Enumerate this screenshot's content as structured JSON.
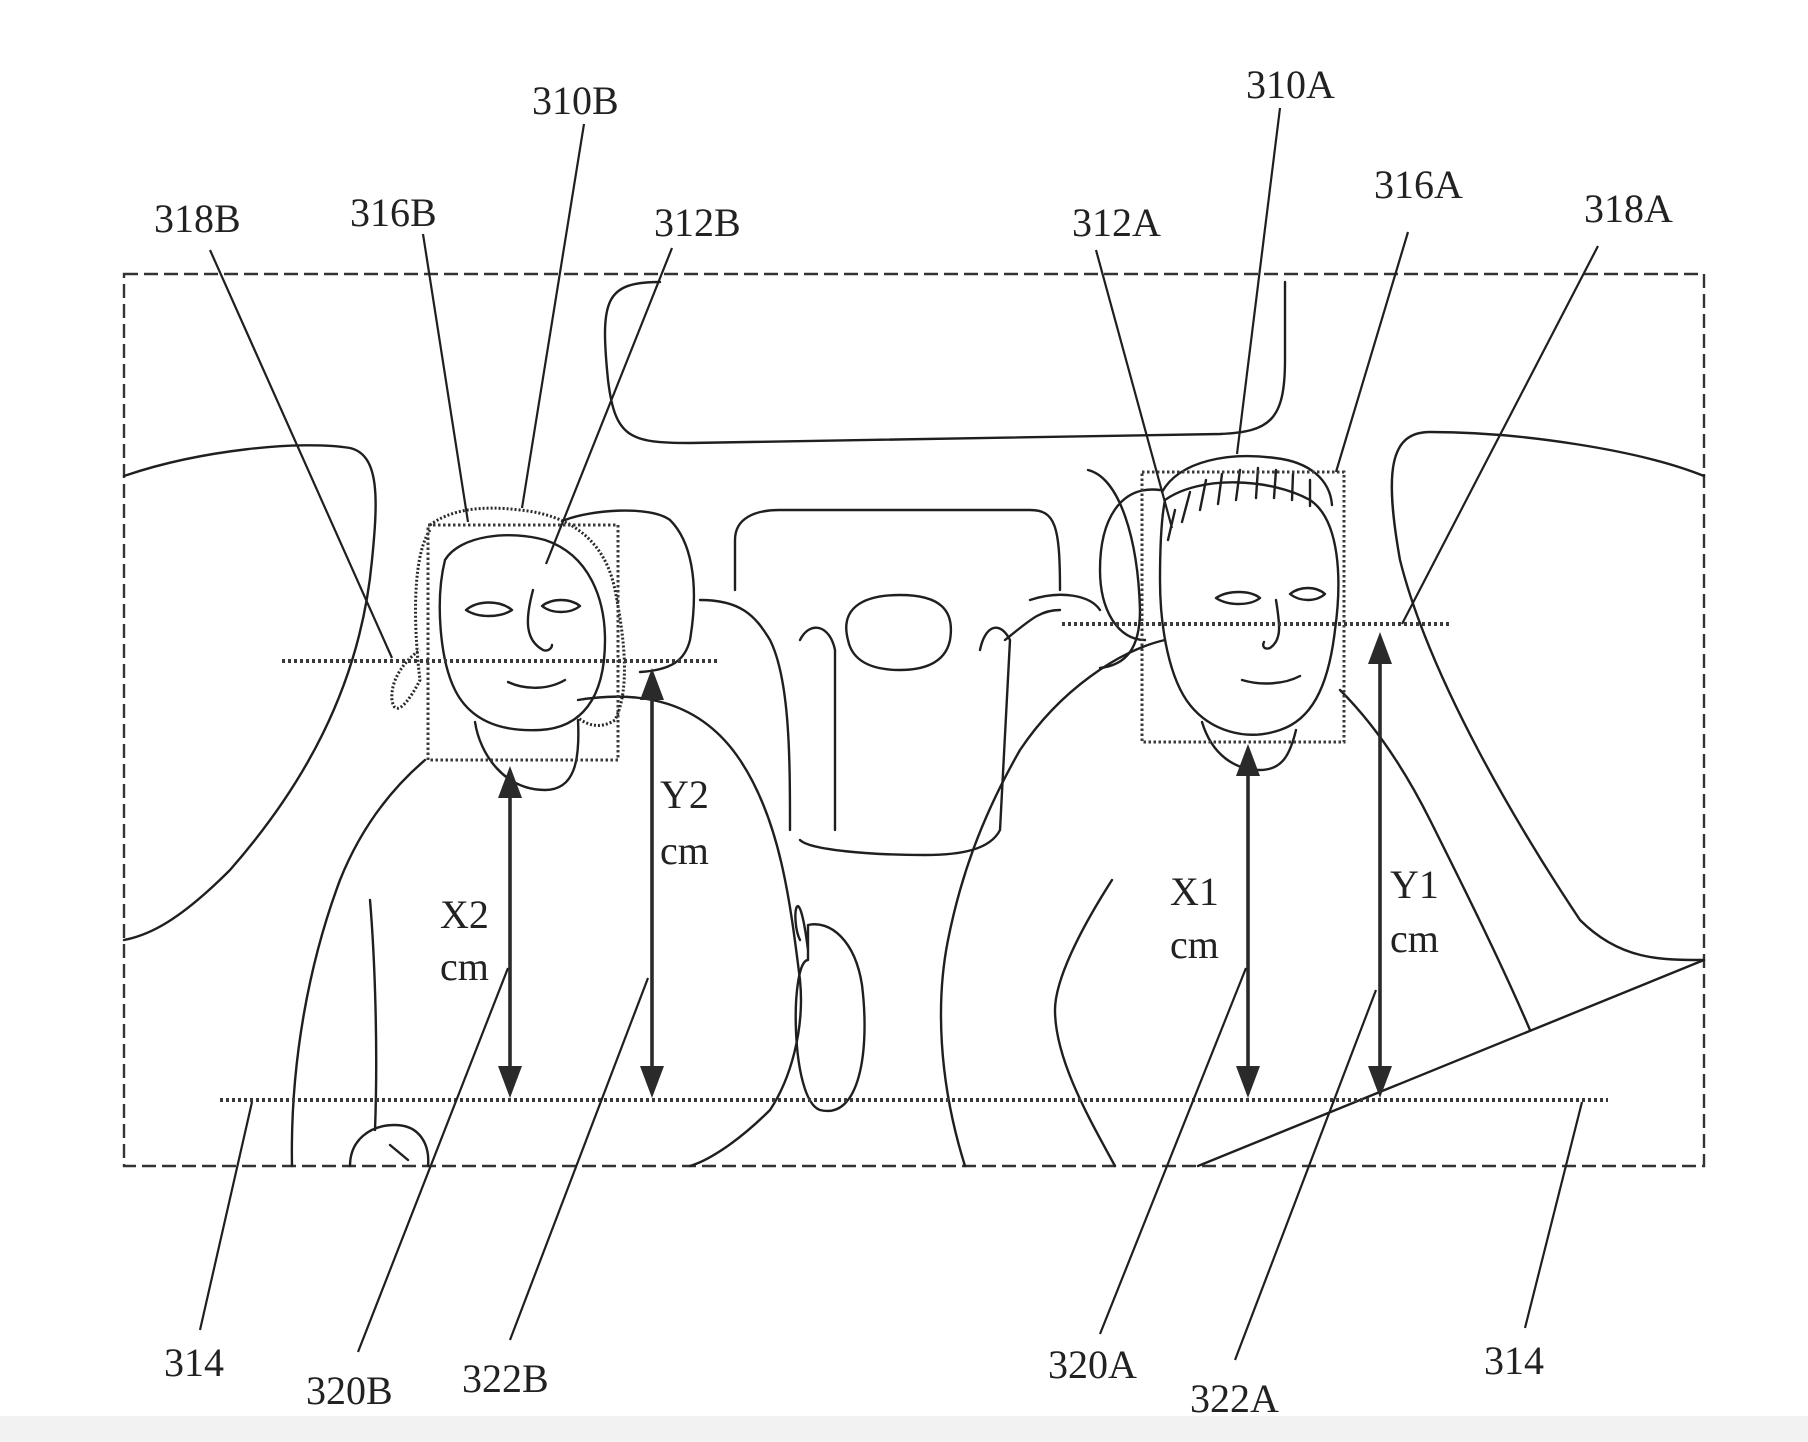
{
  "references": {
    "r310A": "310A",
    "r310B": "310B",
    "r312A": "312A",
    "r312B": "312B",
    "r316A": "316A",
    "r316B": "316B",
    "r318A": "318A",
    "r318B": "318B",
    "r314_left": "314",
    "r314_right": "314",
    "r320A": "320A",
    "r320B": "320B",
    "r322A": "322A",
    "r322B": "322B"
  },
  "dimensions": {
    "x1": "X1",
    "y1": "Y1",
    "x2": "X2",
    "y2": "Y2",
    "unit": "cm"
  }
}
